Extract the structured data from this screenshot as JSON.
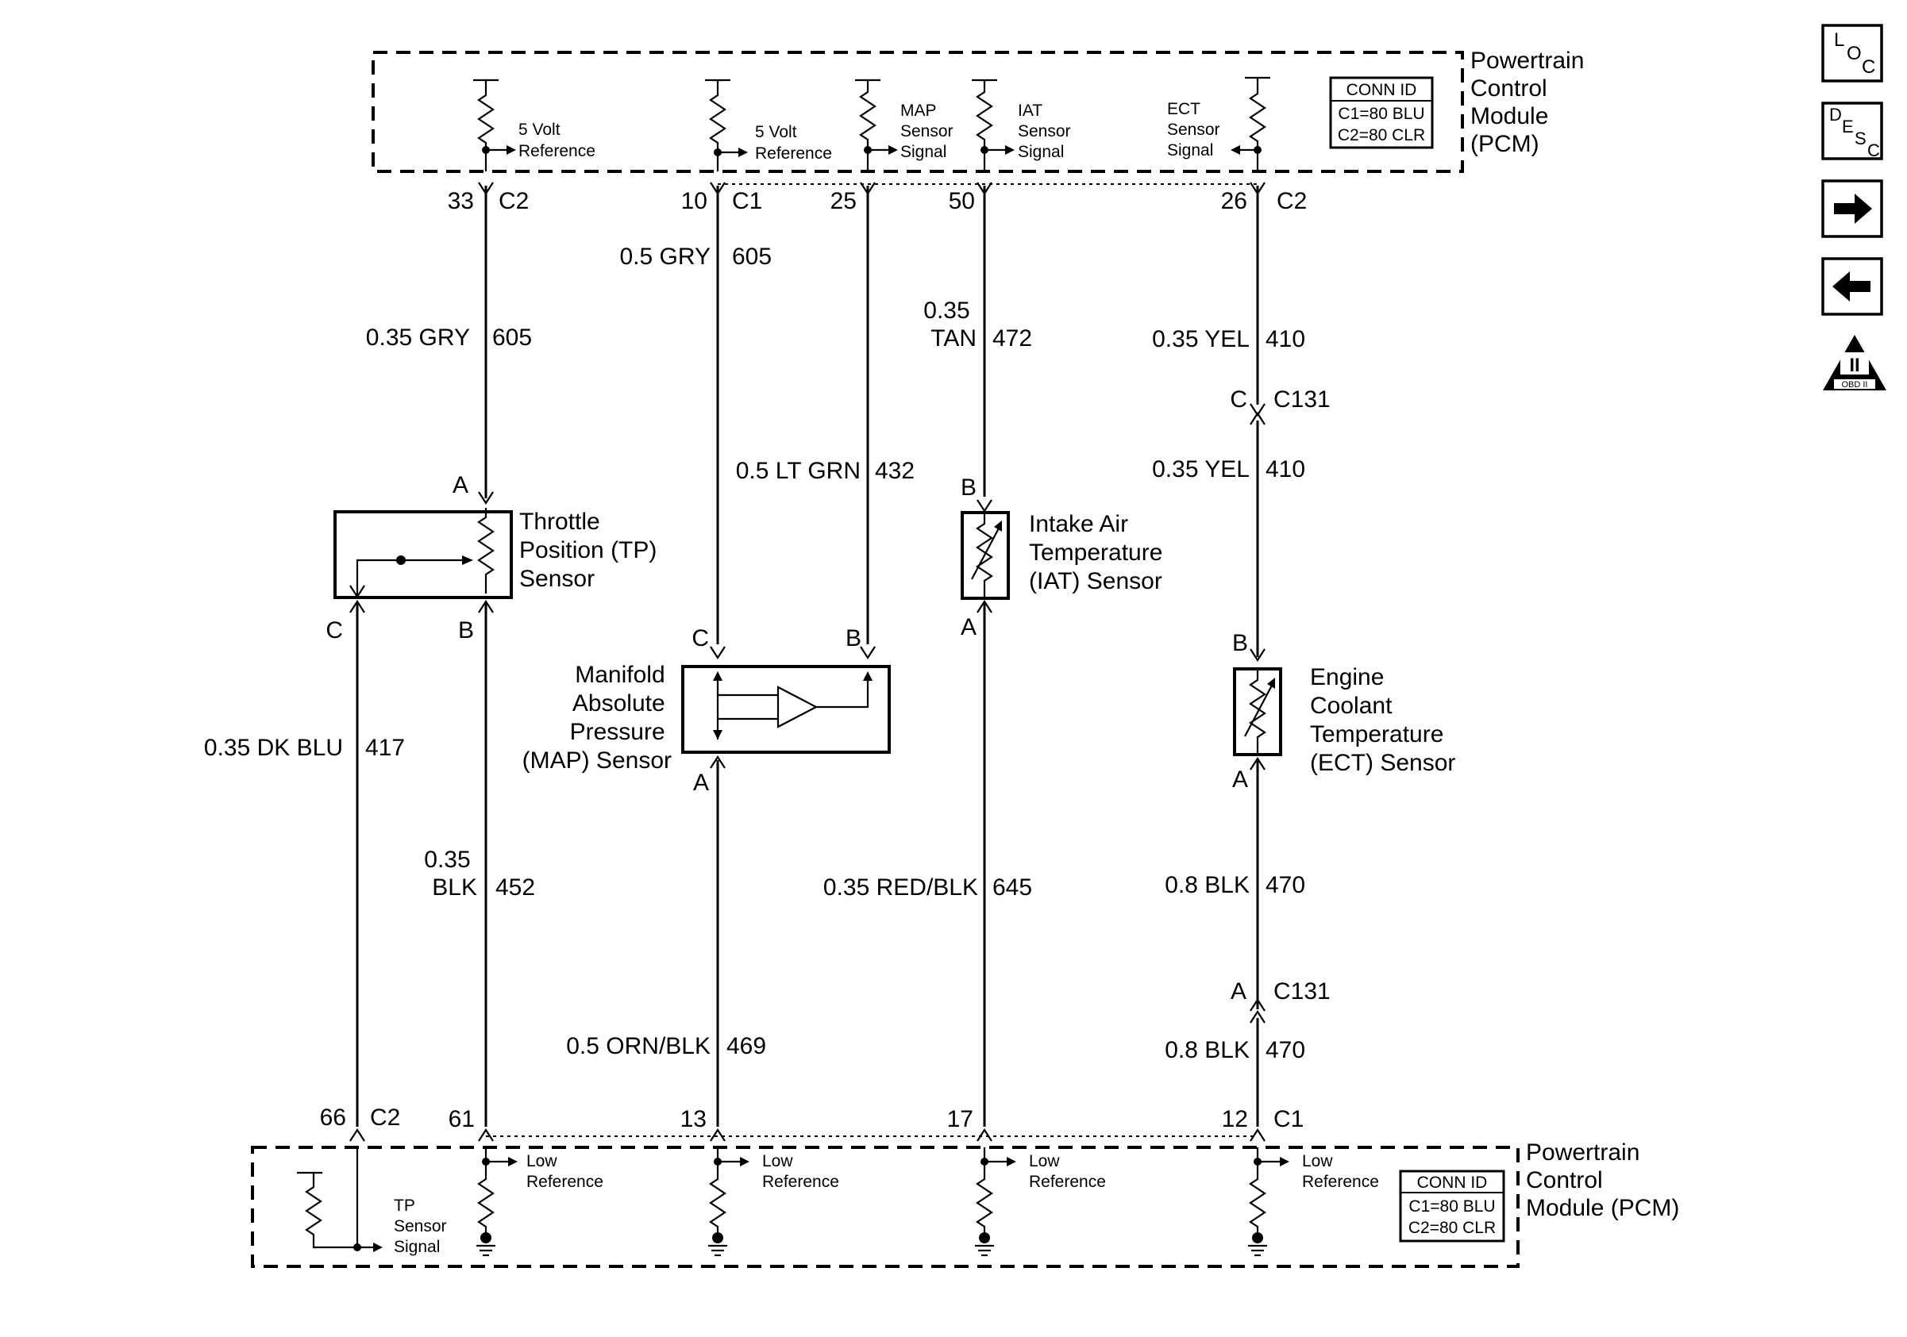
{
  "pcm_top": {
    "title": [
      "Powertrain",
      "Control",
      "Module",
      "(PCM)"
    ],
    "conn_id": {
      "header": "CONN ID",
      "c1": "C1=80 BLU",
      "c2": "C2=80 CLR"
    },
    "internal": {
      "ref5v_1": [
        "5 Volt",
        "Reference"
      ],
      "ref5v_2": [
        "5 Volt",
        "Reference"
      ],
      "map_signal": [
        "MAP",
        "Sensor",
        "Signal"
      ],
      "iat_signal": [
        "IAT",
        "Sensor",
        "Signal"
      ],
      "ect_signal": [
        "ECT",
        "Sensor",
        "Signal"
      ]
    },
    "pins": {
      "p33": "33",
      "p33c": "C2",
      "p10": "10",
      "p10c": "C1",
      "p25": "25",
      "p50": "50",
      "p26": "26",
      "p26c": "C2"
    }
  },
  "pcm_bottom": {
    "title": [
      "Powertrain",
      "Control",
      "Module (PCM)"
    ],
    "conn_id": {
      "header": "CONN ID",
      "c1": "C1=80 BLU",
      "c2": "C2=80 CLR"
    },
    "internal": {
      "tp_signal": [
        "TP",
        "Sensor",
        "Signal"
      ],
      "low_ref_1": [
        "Low",
        "Reference"
      ],
      "low_ref_2": [
        "Low",
        "Reference"
      ],
      "low_ref_3": [
        "Low",
        "Reference"
      ],
      "low_ref_4": [
        "Low",
        "Reference"
      ]
    },
    "pins": {
      "p66": "66",
      "p66c": "C2",
      "p61": "61",
      "p13": "13",
      "p17": "17",
      "p12": "12",
      "p12c": "C1"
    }
  },
  "wires": {
    "w605a": {
      "color": "0.35 GRY",
      "circuit": "605"
    },
    "w605b": {
      "color": "0.5 GRY",
      "circuit": "605"
    },
    "w432": {
      "color": "0.5 LT GRN",
      "circuit": "432"
    },
    "w472": {
      "color": [
        "0.35",
        "TAN"
      ],
      "circuit": "472"
    },
    "w410a": {
      "color": "0.35 YEL",
      "circuit": "410"
    },
    "w410b": {
      "color": "0.35 YEL",
      "circuit": "410"
    },
    "w417": {
      "color": "0.35 DK BLU",
      "circuit": "417"
    },
    "w452": {
      "color": [
        "0.35",
        "BLK"
      ],
      "circuit": "452"
    },
    "w469": {
      "color": "0.5 ORN/BLK",
      "circuit": "469"
    },
    "w645": {
      "color": "0.35 RED/BLK",
      "circuit": "645"
    },
    "w470a": {
      "color": "0.8 BLK",
      "circuit": "470"
    },
    "w470b": {
      "color": "0.8 BLK",
      "circuit": "470"
    }
  },
  "connectors": {
    "c131_top": {
      "pin": "C",
      "name": "C131"
    },
    "c131_bottom": {
      "pin": "A",
      "name": "C131"
    }
  },
  "sensors": {
    "tp": {
      "label": [
        "Throttle",
        "Position (TP)",
        "Sensor"
      ],
      "pin_a": "A",
      "pin_b": "B",
      "pin_c": "C"
    },
    "map": {
      "label": [
        "Manifold",
        "Absolute",
        "Pressure",
        "(MAP) Sensor"
      ],
      "pin_a": "A",
      "pin_b": "B",
      "pin_c": "C"
    },
    "iat": {
      "label": [
        "Intake Air",
        "Temperature",
        "(IAT) Sensor"
      ],
      "pin_a": "A",
      "pin_b": "B"
    },
    "ect": {
      "label": [
        "Engine",
        "Coolant",
        "Temperature",
        "(ECT) Sensor"
      ],
      "pin_a": "A",
      "pin_b": "B"
    }
  },
  "nav": {
    "loc": [
      "L",
      "O",
      "C"
    ],
    "desc": [
      "D",
      "E",
      "S",
      "C"
    ],
    "next_icon": "arrow-right-icon",
    "prev_icon": "arrow-left-icon",
    "obd": {
      "roman": "II",
      "label": "OBD II"
    }
  }
}
